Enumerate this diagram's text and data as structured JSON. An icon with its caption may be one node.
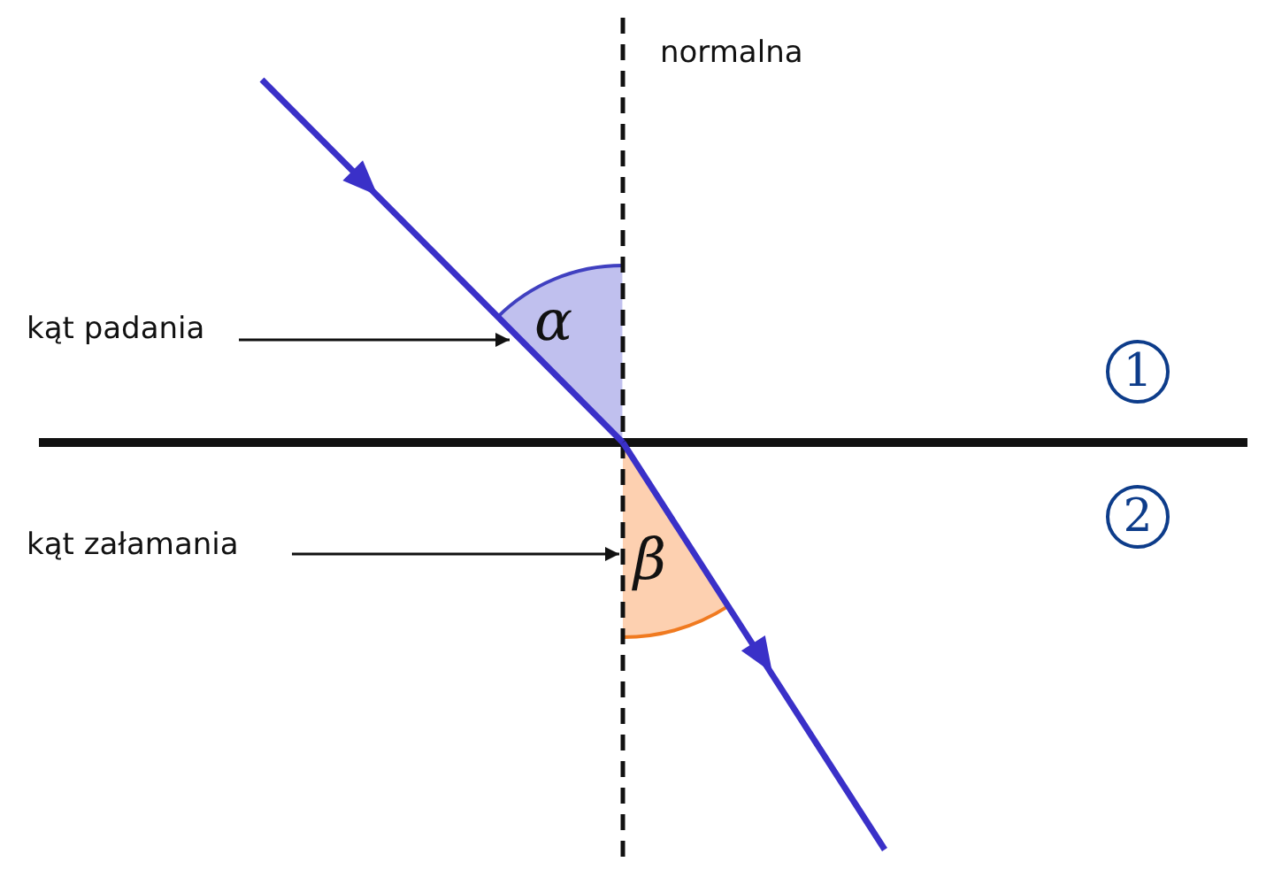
{
  "diagram": {
    "nodes": [
      {
        "text": [
          "kąt padania"
        ]
      },
      {
        "text": [
          "α"
        ]
      },
      {
        "text": [
          "kąt załamania"
        ]
      },
      {
        "text": [
          "β"
        ]
      },
      {
        "text": [
          "1"
        ]
      },
      {
        "text": [
          "2"
        ]
      }
    ],
    "edges": [
      {
        "from": 0,
        "to": 1,
        "arrow": "to"
      },
      {
        "from": 2,
        "to": 3,
        "arrow": "to"
      }
    ],
    "labels": [
      "normalna"
    ]
  }
}
